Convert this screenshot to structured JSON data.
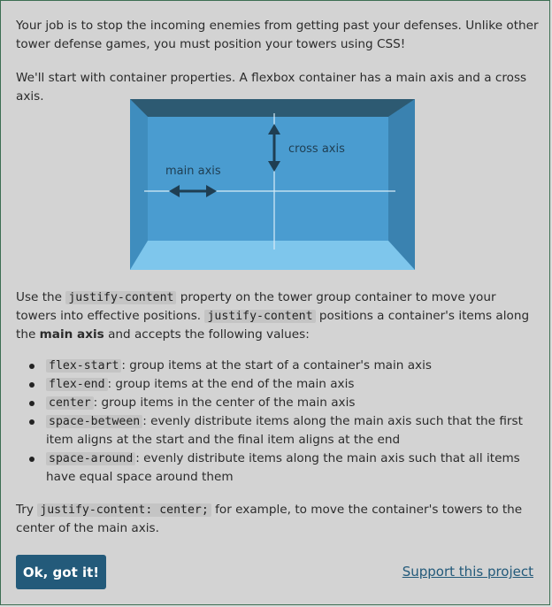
{
  "intro": {
    "line1": "Your job is to stop the incoming enemies from getting past your defenses. Unlike other tower defense games, you must position your towers using CSS!",
    "line2": "We'll start with container properties. A flexbox container has a main axis and a cross axis."
  },
  "diagram": {
    "main_axis_label": "main axis",
    "cross_axis_label": "cross axis"
  },
  "usage": {
    "pre1": "Use the ",
    "code1": "justify-content",
    "mid1": " property on the tower group container to move your towers into effective positions. ",
    "code2": "justify-content",
    "mid2": " positions a container's items along the ",
    "bold": "main axis",
    "post": " and accepts the following values:"
  },
  "values": [
    {
      "code": "flex-start",
      "desc": ": group items at the start of a container's main axis"
    },
    {
      "code": "flex-end",
      "desc": ": group items at the end of the main axis"
    },
    {
      "code": "center",
      "desc": ": group items in the center of the main axis"
    },
    {
      "code": "space-between",
      "desc": ": evenly distribute items along the main axis such that the first item aligns at the start and the final item aligns at the end"
    },
    {
      "code": "space-around",
      "desc": ": evenly distribute items along the main axis such that all items have equal space around them"
    }
  ],
  "tryit": {
    "pre": "Try ",
    "code": "justify-content: center;",
    "post": " for example, to move the container's towers to the center of the main axis."
  },
  "buttons": {
    "ok_label": "Ok, got it!",
    "support_label": "Support this project"
  },
  "colors": {
    "button_bg": "#235a7a",
    "diagram_inner": "#4a9cd0",
    "diagram_top": "#2d5a72",
    "diagram_bottom": "#7ec6ec"
  }
}
